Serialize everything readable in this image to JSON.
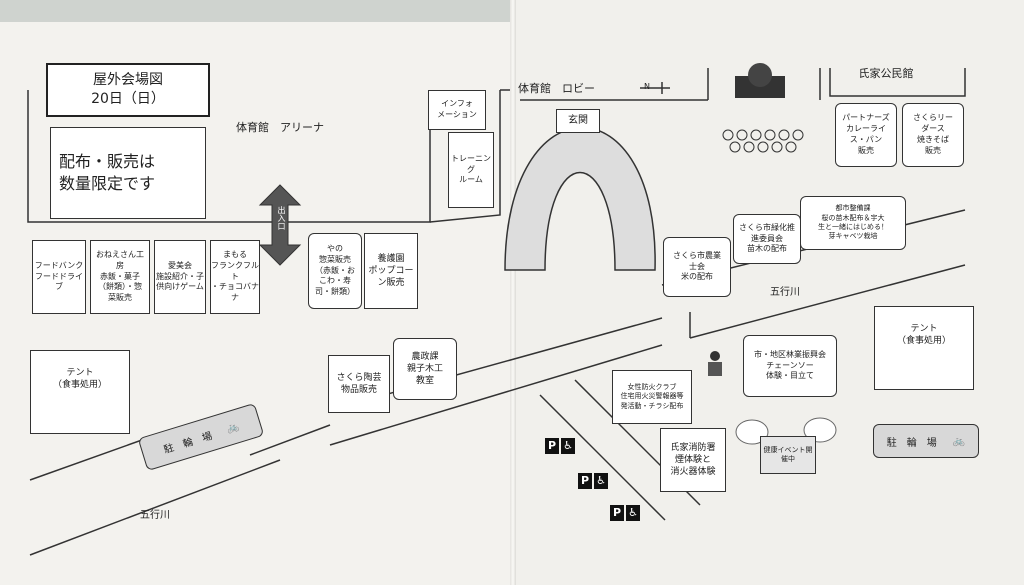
{
  "title": {
    "line1": "屋外会場図",
    "line2": "20日（日）"
  },
  "note": {
    "line1": "配布・販売は",
    "line2": "数量限定です"
  },
  "labels": {
    "arena": "体育館　アリーナ",
    "lobby": "体育館　ロビー",
    "ujiie_hall": "氏家公民館",
    "entrance": "玄関",
    "exit_entry": "出入口",
    "river1": "五行川",
    "river2": "五行川",
    "north": "N",
    "sign": "健康イベント開催中"
  },
  "rooms": {
    "info": "インフォ\nメーション",
    "training": "トレーニング\nルーム"
  },
  "booths": {
    "foodbank": "フードバンク\nフードドライブ",
    "oneesan": "おねえさん工\n房\n赤飯・菓子\n（餅類）・惣\n菜販売",
    "aibikai": "愛美会\n施設紹介・子\n供向けゲーム",
    "mamoru": "まもる\nフランクフルト\n・チョコバナナ",
    "yano": "やの\n惣菜販売\n（赤飯・お\nこわ・寿\n司・餅類）",
    "yougoen": "養護園\nポップコー\nン販売",
    "partners": "パートナーズ\nカレーライ\nス・パン\n販売",
    "sakura_dars": "さくらリー\nダース\n焼きそば\n販売",
    "toshi": "都市整備課\n桜の苗木配布＆宇大\n生と一緒にはじめる！\n芽キャベツ栽培",
    "ryokuka": "さくら市緑化推\n進委員会\n苗木の配布",
    "nogyo": "さくら市農業\n士会\n米の配布",
    "rinsho": "市・地区林業振興会\nチェーンソー\n体験・目立て",
    "tougei": "さくら陶芸\n物品販売",
    "nosei": "農政課\n親子木工\n教室",
    "bouka": "女性防火クラブ\n住宅用火災警報器等\n発活動・チラシ配布",
    "shobo": "氏家消防署\n煙体験と\n消火器体験"
  },
  "tents": {
    "left": "テント\n（食事処用）",
    "right": "テント\n（食事処用）"
  },
  "bike_parking": {
    "left": "駐　輪　場",
    "right": "駐　輪　場"
  },
  "parking_symbol": "P"
}
